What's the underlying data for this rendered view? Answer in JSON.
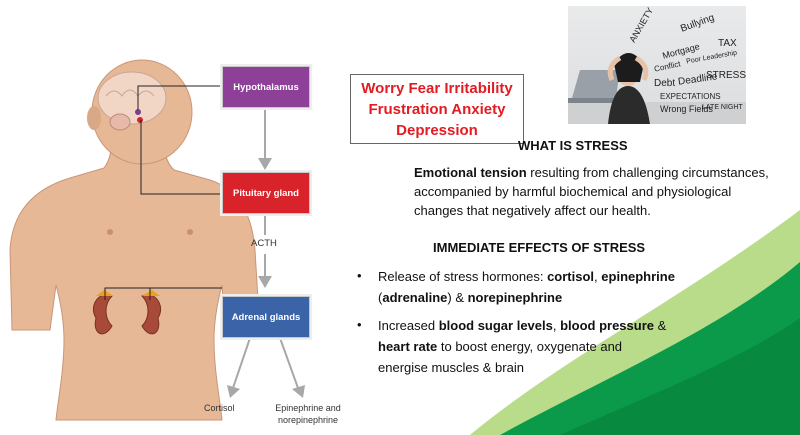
{
  "diagram": {
    "nodes": {
      "hypothalamus": "Hypothalamus",
      "pituitary": "Pituitary gland",
      "adrenal": "Adrenal glands"
    },
    "edge_label": "ACTH",
    "outputs": {
      "cortisol": "Cortisol",
      "epi_line1": "Epinephrine and",
      "epi_line2": "norepinephrine"
    },
    "colors": {
      "hypothalamus": "#8e3f98",
      "pituitary": "#d8232a",
      "adrenal": "#3b63a8"
    }
  },
  "emotions": {
    "line1": "Worry Fear Irritability",
    "line2": "Frustration Anxiety",
    "line3": "Depression",
    "color": "#e31b23"
  },
  "photo_words": [
    "ANXIETY",
    "Bullying",
    "TAX",
    "Mortgage",
    "Conflict",
    "Poor Leadership",
    "Debt",
    "Deadline",
    "STRESS",
    "EXPECTATIONS",
    "Wrong Fields",
    "LATE NIGHT"
  ],
  "what_is_stress": {
    "heading": "WHAT IS STRESS",
    "bold": "Emotional tension",
    "rest1": " resulting from challenging circumstances,",
    "line2": "accompanied by harmful biochemical and physiological",
    "line3": "changes that negatively affect our health."
  },
  "effects": {
    "heading": "IMMEDIATE EFFECTS OF STRESS",
    "bullet_symbol": "•",
    "b1": {
      "t1": "Release of  stress hormones: ",
      "b1": "cortisol",
      "t2": ", ",
      "b2": "epinephrine",
      "t3": "(",
      "b3": "adrenaline",
      "t4": ") & ",
      "b4": "norepinephrine"
    },
    "b2": {
      "t1": "Increased ",
      "b1": "blood sugar levels",
      "t2": ", ",
      "b2": "blood pressure",
      "t3": " &",
      "b3": "heart rate",
      "t4": " to boost energy, oxygenate and",
      "t5": "energise muscles & brain"
    }
  },
  "accent_colors": {
    "dark_green": "#0a9a4a",
    "light_green": "#8cc63f"
  }
}
